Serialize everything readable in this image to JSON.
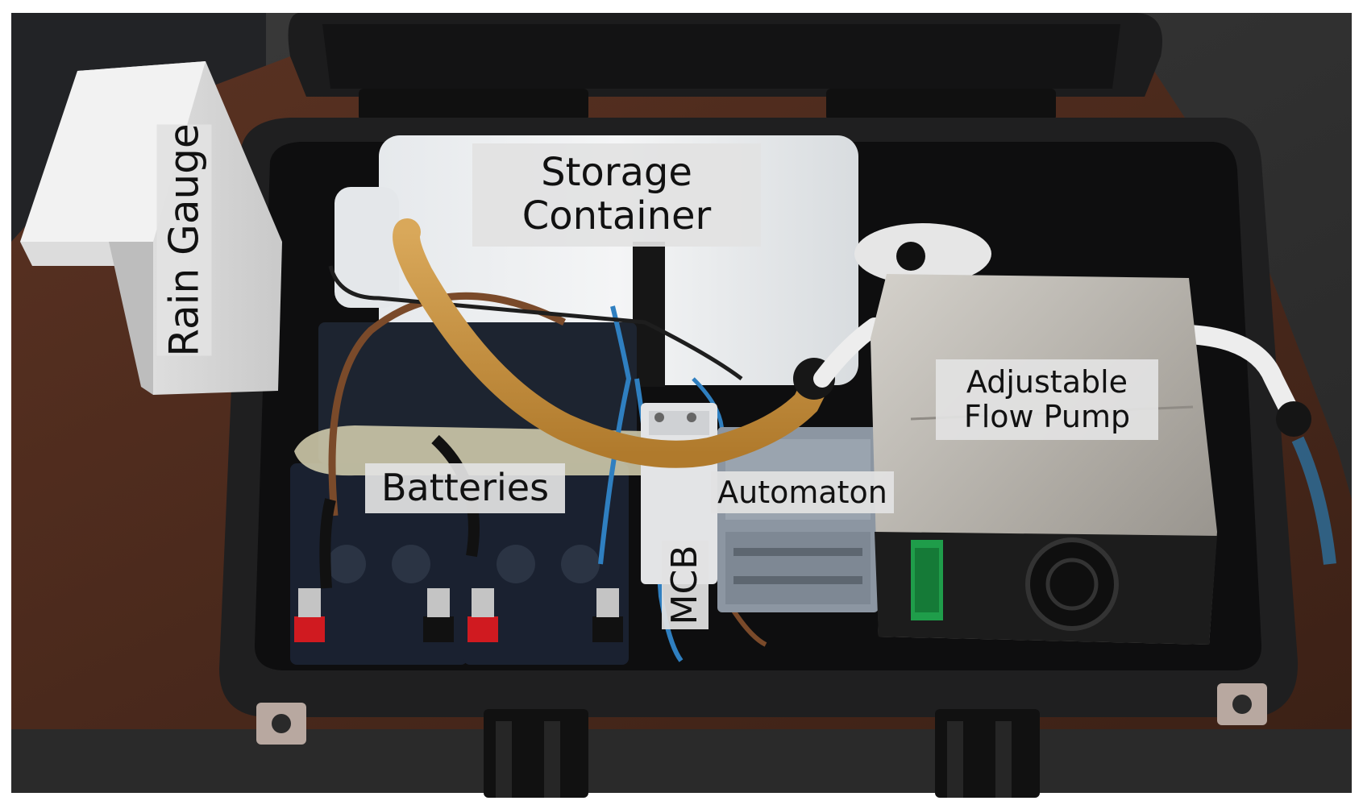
{
  "labels": {
    "rain_gauge": "Rain Gauge",
    "storage_container_line1": "Storage",
    "storage_container_line2": "Container",
    "batteries": "Batteries",
    "automaton": "Automaton",
    "mcb": "MCB",
    "pump_line1": "Adjustable",
    "pump_line2": "Flow Pump"
  },
  "colors": {
    "table_wood": "#4a2a1e",
    "case_black": "#1a1a1a",
    "case_interior": "#0d0d0d",
    "label_background": "#e2e2e2",
    "tube_amber": "#c8963e",
    "pump_steel": "#b9b6b0",
    "automaton_gray": "#8c96a2",
    "wire_blue": "#2f7fc0",
    "wire_brown": "#7a4a2a",
    "terminal_red": "#d01a20"
  }
}
